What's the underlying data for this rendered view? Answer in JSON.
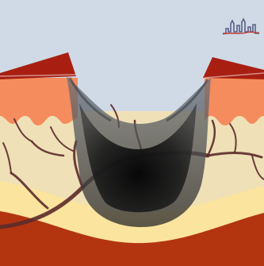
{
  "logo": {
    "name": "skyline-logo",
    "caption": "",
    "colors": {
      "skyline": "#5b5f8a",
      "accent": "#c0392b"
    }
  },
  "layers": [
    {
      "id": "sky-background",
      "color": "#cfdae6"
    },
    {
      "id": "epidermis-dark-red",
      "color": "#a81f12"
    },
    {
      "id": "epidermis-salmon",
      "color": "#f48c5e"
    },
    {
      "id": "dermis-cream",
      "color": "#efe0b7"
    },
    {
      "id": "fat-yellow",
      "color": "#fbe49d"
    },
    {
      "id": "base-red",
      "color": "#b33510"
    },
    {
      "id": "ulcer-shadow",
      "color": "#1f1f1f"
    },
    {
      "id": "vessels",
      "color": "#5b2a2a"
    }
  ]
}
